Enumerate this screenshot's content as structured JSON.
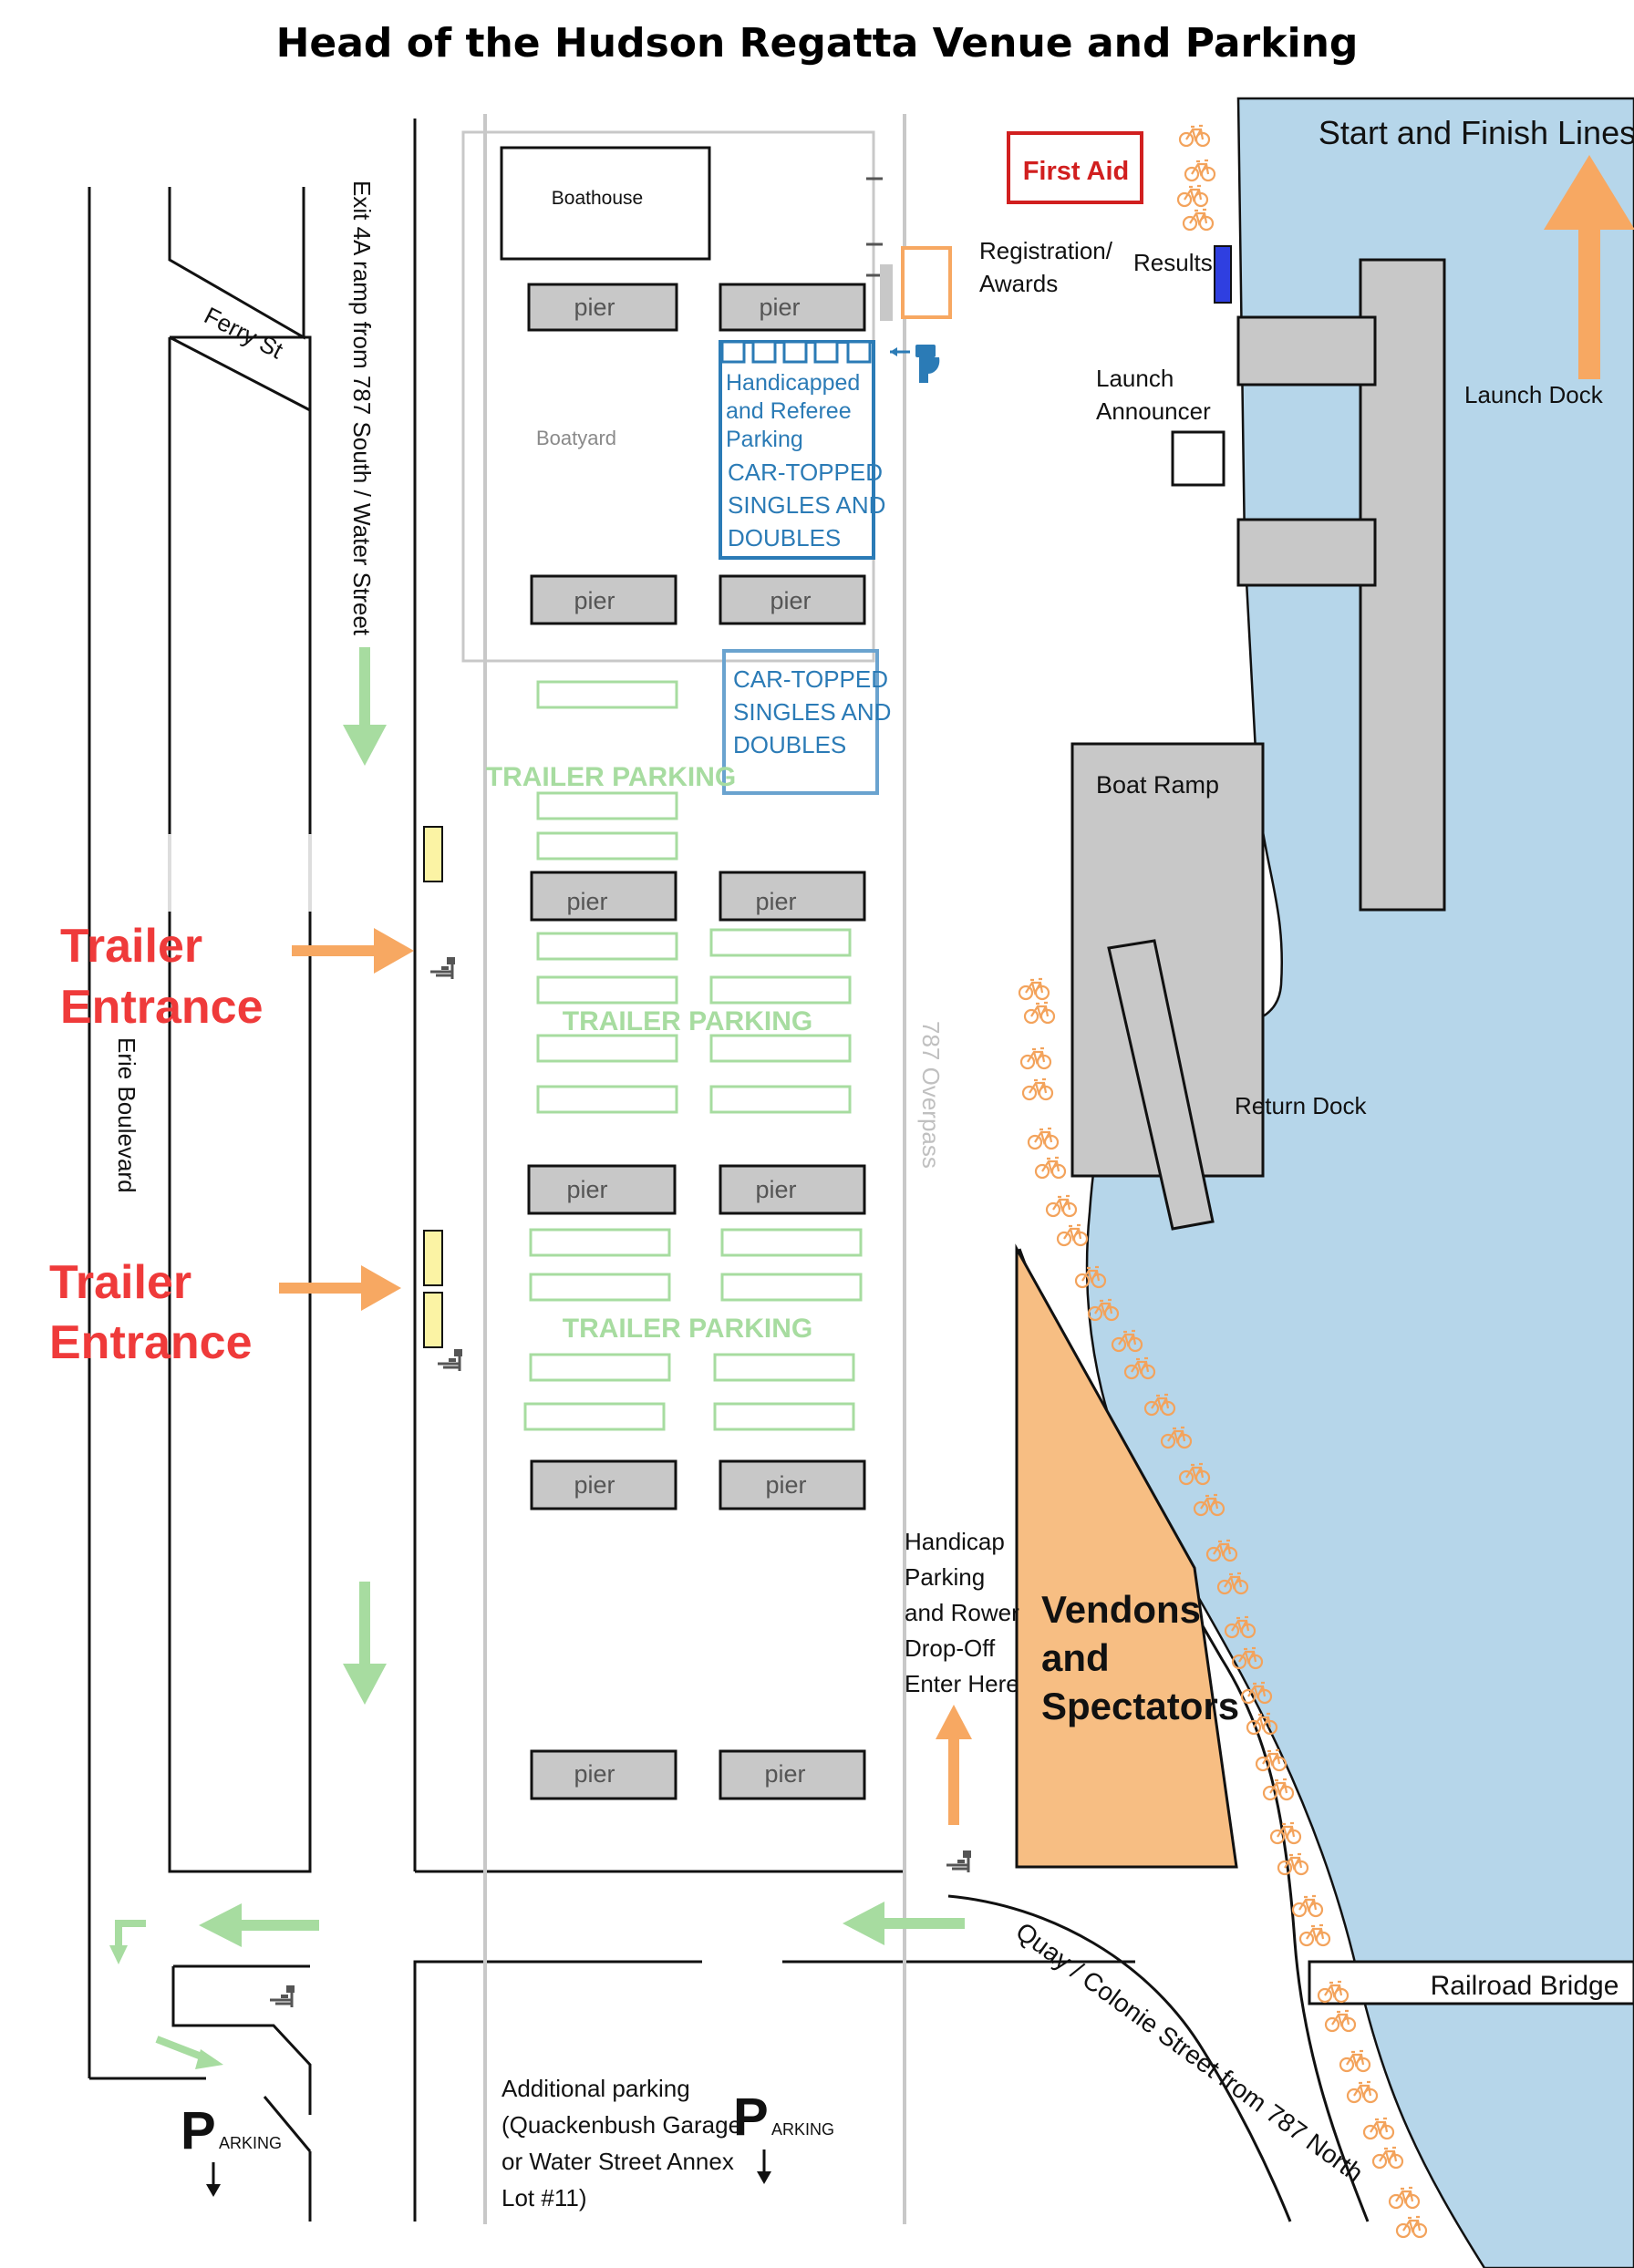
{
  "title": "Head of the Hudson Regatta Venue and Parking",
  "labels": {
    "start_finish": "Start and Finish Lines",
    "first_aid": "First Aid",
    "registration_1": "Registration/",
    "registration_2": "Awards",
    "results": "Results",
    "boathouse": "Boathouse",
    "boatyard": "Boatyard",
    "ferry_st": "Ferry St",
    "exit_ramp": "Exit 4A ramp from 787 South / Water Street",
    "erie_blvd": "Erie Boulevard",
    "overpass": "787 Overpass",
    "pier": "pier",
    "handicapped_1": "Handicapped",
    "handicapped_2": "and Referee",
    "handicapped_3": "Parking",
    "car_topped_1": "CAR-TOPPED",
    "car_topped_2": "SINGLES AND",
    "car_topped_3": "DOUBLES",
    "trailer_parking": "TRAILER PARKING",
    "trailer_entrance_1": "Trailer",
    "trailer_entrance_2": "Entrance",
    "launch_announcer_1": "Launch",
    "launch_announcer_2": "Announcer",
    "launch_dock": "Launch Dock",
    "boat_ramp": "Boat Ramp",
    "return_dock": "Return Dock",
    "handicap_dropoff_1": "Handicap",
    "handicap_dropoff_2": "Parking",
    "handicap_dropoff_3": "and Rower",
    "handicap_dropoff_4": "Drop-Off",
    "handicap_dropoff_5": "Enter Here",
    "vendors_1": "Vendons",
    "vendors_2": "and",
    "vendors_3": "Spectators",
    "quay_street": "Quay / Colonie Street from 787 North",
    "railroad_bridge": "Railroad Bridge",
    "additional_1": "Additional parking",
    "additional_2": "(Quackenbush Garage",
    "additional_3": "or Water Street Annex",
    "additional_4": "Lot #11)",
    "parking_p": "P",
    "parking_word": "ARKING"
  },
  "icons": [
    "bicycle-icon",
    "toilet-icon",
    "traffic-light-icon",
    "arrow-icon"
  ],
  "colors": {
    "river": "#b6d6ea",
    "dock_gray": "#c8c8c8",
    "orange_arrow": "#f7a862",
    "green": "#a7dca0",
    "blue_text": "#2b7bb6",
    "red": "#ef3a3a",
    "first_aid": "#d11f1f",
    "vendor_fill": "#f7be83",
    "results_blue": "#2f3fe0",
    "yellow": "#fbf3a4"
  }
}
